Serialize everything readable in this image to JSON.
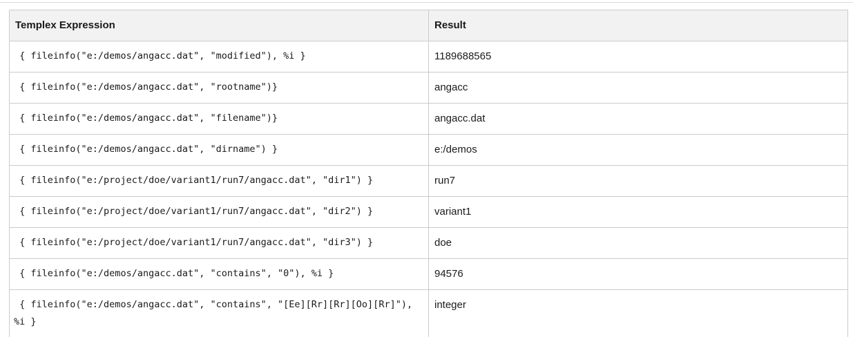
{
  "page": {
    "background": "#ffffff",
    "top_rule_color": "#dadada"
  },
  "table": {
    "styles": {
      "header_bg": "#f2f2f2",
      "border_color": "#cbcbcb",
      "text_color": "#1a1a1a"
    },
    "columns": [
      {
        "label": "Templex Expression"
      },
      {
        "label": "Result"
      }
    ],
    "rows": [
      {
        "expression": " { fileinfo(\"e:/demos/angacc.dat\", \"modified\"), %i }",
        "result": "1189688565"
      },
      {
        "expression": " { fileinfo(\"e:/demos/angacc.dat\", \"rootname\")}",
        "result": "angacc"
      },
      {
        "expression": " { fileinfo(\"e:/demos/angacc.dat\", \"filename\")}",
        "result": "angacc.dat"
      },
      {
        "expression": " { fileinfo(\"e:/demos/angacc.dat\", \"dirname\") }",
        "result": "e:/demos"
      },
      {
        "expression": " { fileinfo(\"e:/project/doe/variant1/run7/angacc.dat\", \"dir1\") }",
        "result": "run7"
      },
      {
        "expression": " { fileinfo(\"e:/project/doe/variant1/run7/angacc.dat\", \"dir2\") }",
        "result": "variant1"
      },
      {
        "expression": " { fileinfo(\"e:/project/doe/variant1/run7/angacc.dat\", \"dir3\") }",
        "result": "doe"
      },
      {
        "expression": " { fileinfo(\"e:/demos/angacc.dat\", \"contains\", \"0\"), %i }",
        "result": "94576"
      },
      {
        "expression": " { fileinfo(\"e:/demos/angacc.dat\", \"contains\", \"[Ee][Rr][Rr][Oo][Rr]\"), %i }",
        "result": "integer"
      }
    ]
  }
}
